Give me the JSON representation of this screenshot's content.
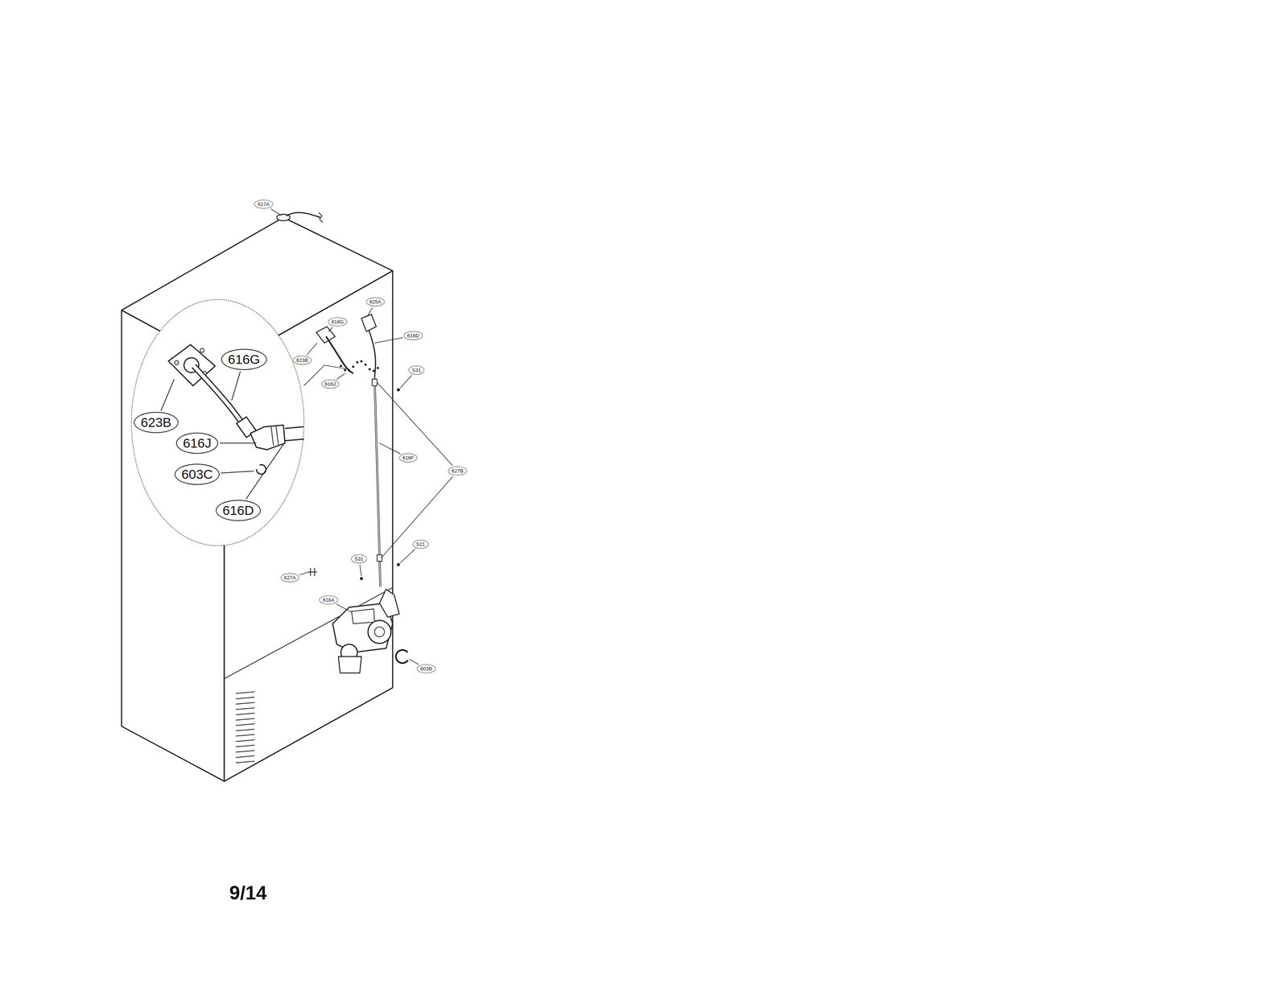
{
  "diagram": {
    "labels": [
      "617A",
      "623B",
      "616G",
      "625A",
      "616D",
      "616J",
      "S31",
      "616F",
      "627B",
      "S21",
      "S31",
      "627A",
      "618A",
      "603B",
      "616G",
      "623B",
      "616J",
      "603C",
      "616D",
      "9/14"
    ]
  }
}
